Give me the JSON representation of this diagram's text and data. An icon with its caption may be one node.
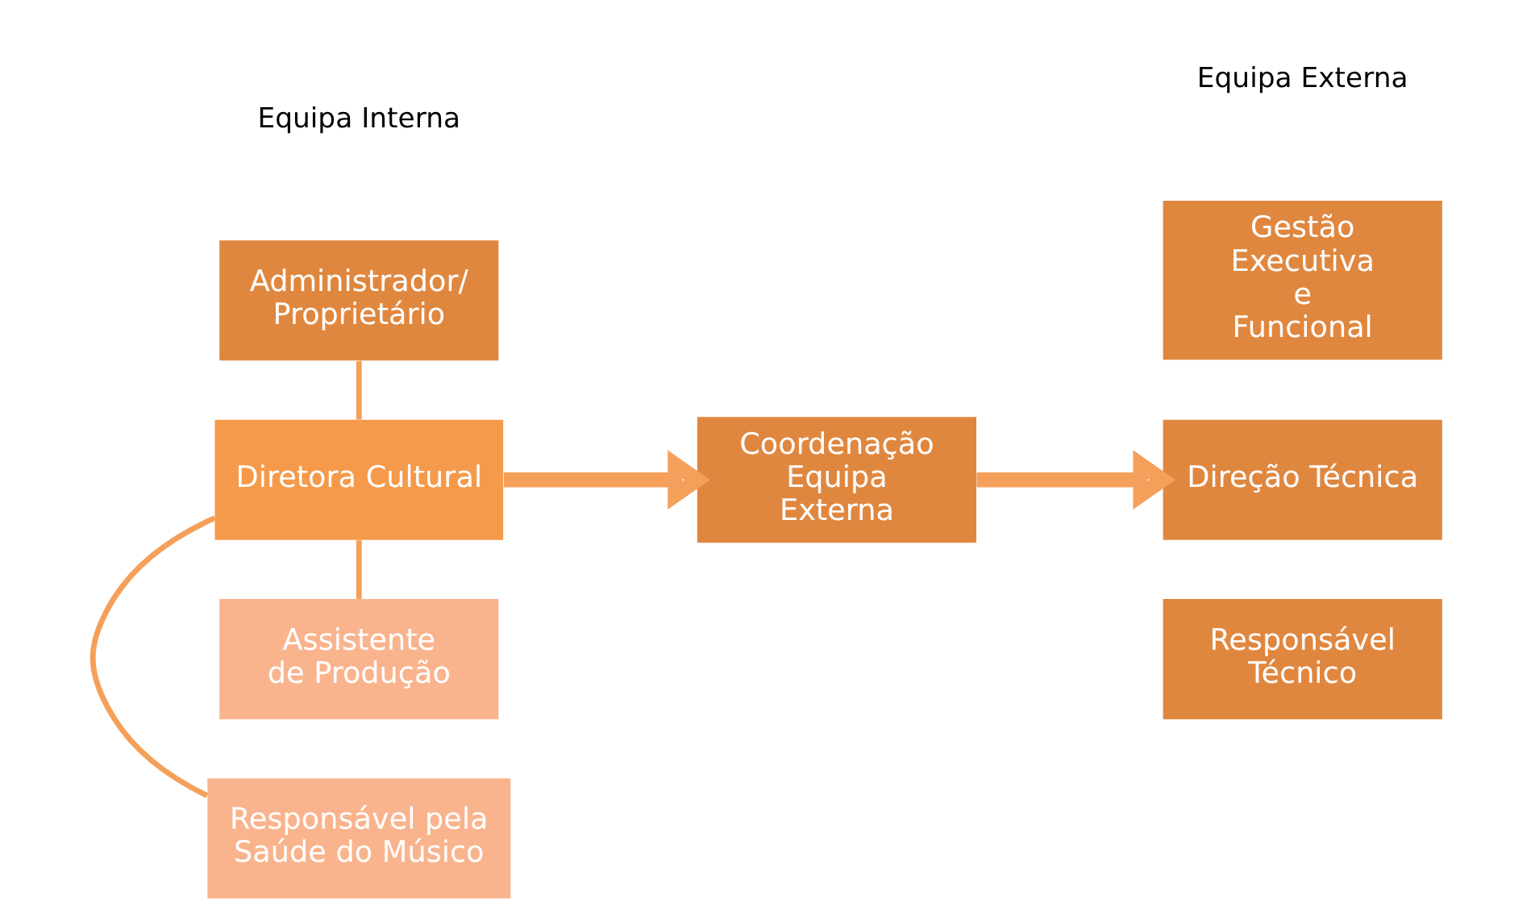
{
  "diagram": {
    "nodes": [
      {
        "text": [
          "Administrador/ Proprietário"
        ]
      },
      {
        "text": [
          "Diretora Cultural"
        ]
      },
      {
        "text": [
          "Responsável pela Saúde do Músico"
        ]
      },
      {
        "text": [
          "Assistente de Produção"
        ]
      },
      {
        "text": [
          "Coordenação Equipa Externa"
        ]
      },
      {
        "text": [
          "Gestão Executiva e Funcional"
        ]
      },
      {
        "text": [
          "Direção Técnica"
        ]
      },
      {
        "text": [
          "Responsável Técnico"
        ]
      }
    ],
    "edges": [
      {
        "from": 0,
        "to": 1,
        "arrow": "none"
      },
      {
        "from": 1,
        "to": 2,
        "arrow": "none"
      },
      {
        "from": 1,
        "to": 3,
        "arrow": "none"
      },
      {
        "from": 1,
        "to": 4,
        "arrow": "to",
        "style": "thick"
      },
      {
        "from": 4,
        "to": 6,
        "arrow": "to",
        "style": "thick"
      }
    ],
    "labels": [
      "Equipa Interna",
      "Equipa Externa"
    ]
  }
}
